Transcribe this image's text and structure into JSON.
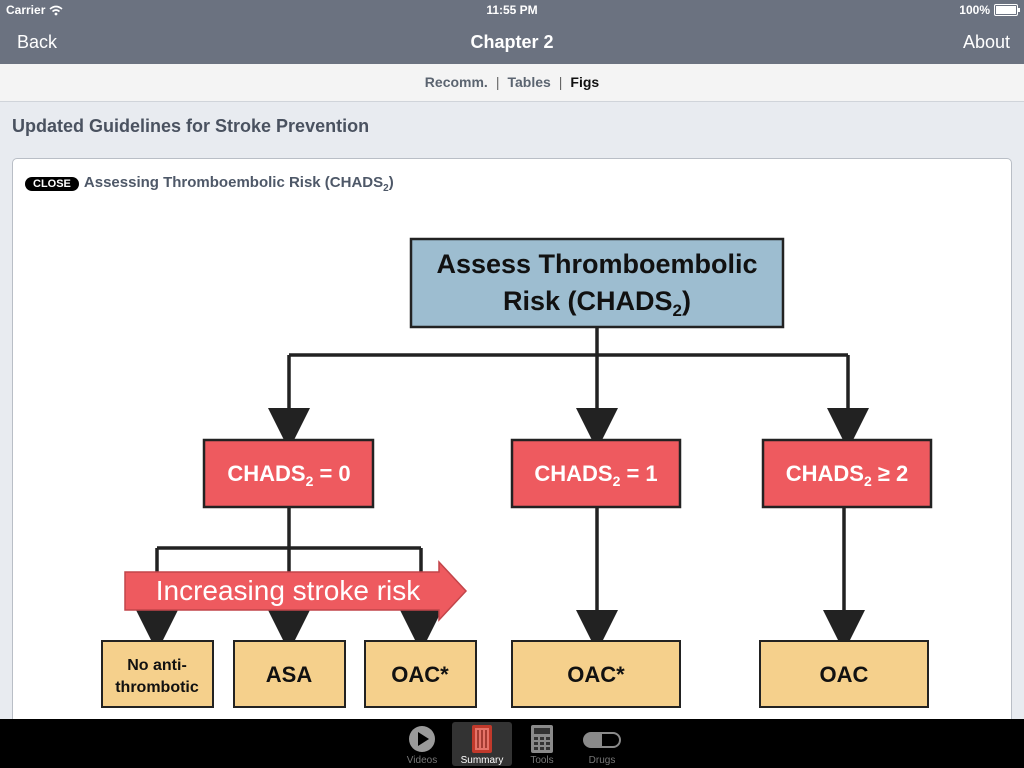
{
  "status": {
    "carrier": "Carrier",
    "time": "11:55 PM",
    "battery": "100%"
  },
  "nav": {
    "back": "Back",
    "title": "Chapter 2",
    "about": "About"
  },
  "segments": [
    {
      "label": "Recomm.",
      "active": false
    },
    {
      "label": "Tables",
      "active": false
    },
    {
      "label": "Figs",
      "active": true
    }
  ],
  "segment_separator": "|",
  "page_title": "Updated Guidelines for Stroke Prevention",
  "figure": {
    "close_label": "CLOSE",
    "title_main": "Assessing Thromboembolic Risk (CHADS",
    "title_sub": "2",
    "title_end": ")",
    "top_box": {
      "line1": "Assess Thromboembolic",
      "line2_main": "Risk (CHADS",
      "line2_sub": "2",
      "line2_end": ")"
    },
    "chads0": {
      "prefix": "CHADS",
      "sub": "2",
      "suffix": " = 0"
    },
    "chads1": {
      "prefix": "CHADS",
      "sub": "2",
      "suffix": " = 1"
    },
    "chads2": {
      "prefix": "CHADS",
      "sub": "2",
      "suffix": " ≥ 2"
    },
    "arrow_label": "Increasing stroke risk",
    "outcomes": {
      "no_anti_line1": "No anti-",
      "no_anti_line2": "thrombotic",
      "asa": "ASA",
      "oac_star_a": "OAC*",
      "oac_star_b": "OAC*",
      "oac": "OAC"
    }
  },
  "tabs": [
    {
      "label": "Videos",
      "icon": "play-icon",
      "active": false
    },
    {
      "label": "Summary",
      "icon": "book-icon",
      "active": true
    },
    {
      "label": "Tools",
      "icon": "calculator-icon",
      "active": false
    },
    {
      "label": "Drugs",
      "icon": "pill-icon",
      "active": false
    }
  ],
  "colors": {
    "top_box": "#9dbdd0",
    "chads_box": "#ee5a5f",
    "outcome_box": "#f5d08c",
    "arrow": "#ee5a5f"
  }
}
